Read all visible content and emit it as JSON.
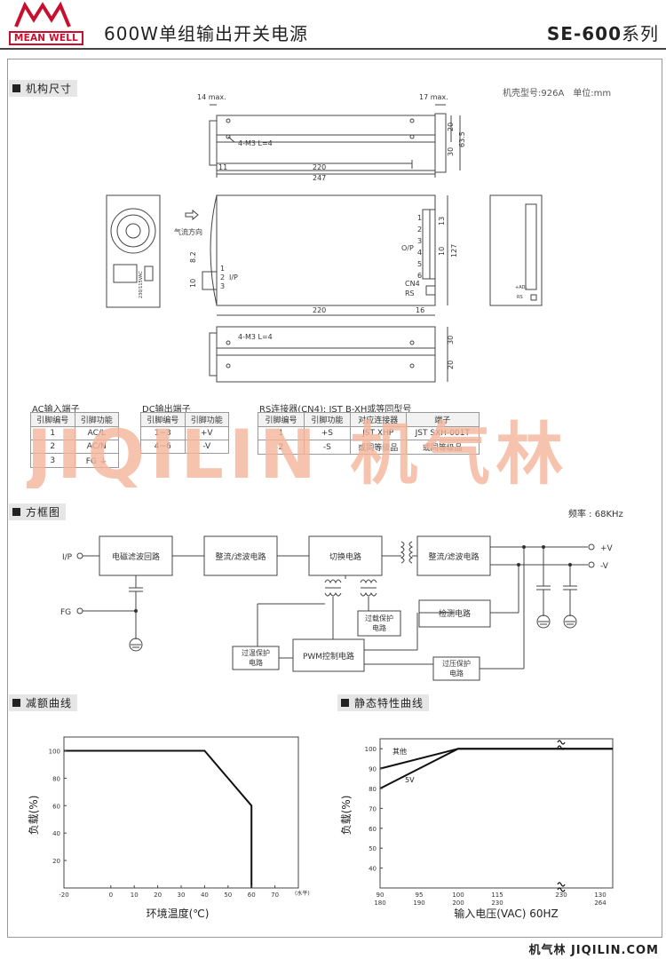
{
  "header": {
    "brand_line": "MEAN WELL",
    "title": "600W单组输出开关电源",
    "series_model": "SE-600",
    "series_suffix": "系列"
  },
  "mechanical": {
    "section_title": "机构尺寸",
    "case_info": "机壳型号:926A　单位:mm",
    "dims": {
      "d14": "14 max.",
      "d17": "17 max.",
      "d20": "20",
      "d30": "30",
      "d635": "63.5",
      "screw": "4-M3 L=4",
      "d11": "11",
      "d220": "220",
      "d247": "247",
      "d127": "127",
      "d82": "8.2",
      "d10": "10",
      "d16": "16",
      "d13": "13",
      "d10b": "10"
    },
    "labels": {
      "airflow": "气流方向",
      "op": "O/P",
      "ip": "I/P",
      "cn4": "CN4",
      "rs": "RS",
      "pins_out": [
        "1",
        "2",
        "3",
        "4",
        "5",
        "6"
      ],
      "pins_in": [
        "1",
        "2",
        "3"
      ],
      "ac_rating": "230/115VAC",
      "adj": "+ADJ.",
      "rs_small": "RS"
    }
  },
  "ac_table": {
    "caption": "AC输入端子",
    "headers": [
      "引脚编号",
      "引脚功能"
    ],
    "rows": [
      [
        "1",
        "AC/L"
      ],
      [
        "2",
        "AC/N"
      ],
      [
        "3",
        "FG ⏚"
      ]
    ]
  },
  "dc_table": {
    "caption": "DC输出端子",
    "headers": [
      "引脚编号",
      "引脚功能"
    ],
    "rows": [
      [
        "1~3",
        "+V"
      ],
      [
        "4~6",
        "-V"
      ]
    ]
  },
  "rs_table": {
    "caption": "RS连接器(CN4): JST B-XH或等同型号",
    "headers": [
      "引脚编号",
      "引脚功能",
      "对应连接器",
      "端子"
    ],
    "rows": [
      [
        "1",
        "+S",
        "JST XHP",
        "JST SXH-001T"
      ],
      [
        "2",
        "-S",
        "或同等级品",
        "或同等级品"
      ]
    ]
  },
  "watermark": "JIQILIN 机气林",
  "block": {
    "section_title": "方框图",
    "freq": "频率 : 68KHz",
    "ip": "I/P",
    "fg": "FG",
    "out_pos": "+V",
    "out_neg": "-V",
    "b_emi": "电磁滤波回路",
    "b_rect": "整流/滤波电路",
    "b_switch": "切换电路",
    "b_orect": "整流/滤波电路",
    "b_detect": "检测电路",
    "b_olp1": "过载保护",
    "b_olp2": "电路",
    "b_pwm": "PWM控制电路",
    "b_otp1": "过温保护",
    "b_otp2": "电路",
    "b_ovp1": "过压保护",
    "b_ovp2": "电路"
  },
  "derating": {
    "section_title": "减额曲线",
    "chart_data": {
      "type": "line",
      "xlabel": "环境温度(℃)",
      "xlabel_extra": "(水平)",
      "ylabel": "负载(%)",
      "x_ticks": [
        "-20",
        "0",
        "10",
        "20",
        "30",
        "40",
        "50",
        "60",
        "70"
      ],
      "y_ticks": [
        "20",
        "40",
        "60",
        "80",
        "100"
      ],
      "xlim": [
        -20,
        80
      ],
      "ylim": [
        0,
        110
      ],
      "series": [
        {
          "values": [
            [
              -20,
              100
            ],
            [
              40,
              100
            ],
            [
              60,
              60
            ],
            [
              60,
              0
            ]
          ]
        }
      ]
    }
  },
  "static": {
    "section_title": "静态特性曲线",
    "chart_data": {
      "type": "line",
      "xlabel": "输入电压(VAC) 60HZ",
      "ylabel": "负载(%)",
      "x_ticks": [
        "90",
        "95",
        "100",
        "115",
        "230",
        "130"
      ],
      "x_ticks2": [
        "180",
        "190",
        "200",
        "230",
        "",
        "264"
      ],
      "y_ticks": [
        "40",
        "50",
        "60",
        "70",
        "80",
        "90",
        "100"
      ],
      "ylim": [
        30,
        105
      ],
      "series": [
        {
          "name": "其他",
          "values": [
            [
              90,
              90
            ],
            [
              100,
              100
            ],
            [
              130,
              100
            ]
          ]
        },
        {
          "name": "5V",
          "values": [
            [
              90,
              80
            ],
            [
              100,
              100
            ],
            [
              130,
              100
            ]
          ]
        }
      ]
    }
  },
  "footer": {
    "brand": "机气林 JIQILIN.COM"
  },
  "colors": {
    "accent": "#c8102e",
    "watermark": "#f5b59a"
  }
}
